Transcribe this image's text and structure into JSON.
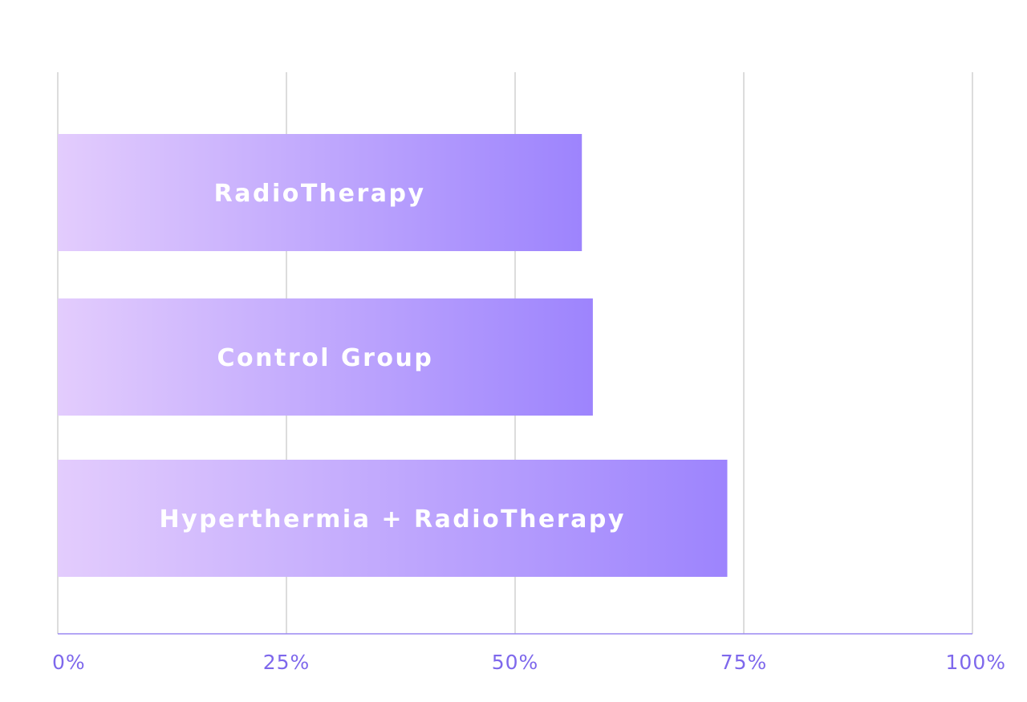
{
  "chart_data": {
    "type": "bar",
    "orientation": "horizontal",
    "categories": [
      "RadioTherapy",
      "Control Group",
      "Hyperthermia + RadioTherapy"
    ],
    "values": [
      57.3,
      58.5,
      73.2
    ],
    "xlim": [
      0,
      100
    ],
    "x_ticks": [
      "0%",
      "25%",
      "50%",
      "75%",
      "100%"
    ],
    "grid": "vertical",
    "labels_inside_bars": true
  },
  "colors": {
    "bar_gradient_start": "#e3ccfd",
    "bar_gradient_end": "#9d84fd",
    "bar_label": "#ffffff",
    "tick_label": "#7e68ec",
    "axis": "#9a88f2",
    "grid": "#c4c4c4"
  }
}
